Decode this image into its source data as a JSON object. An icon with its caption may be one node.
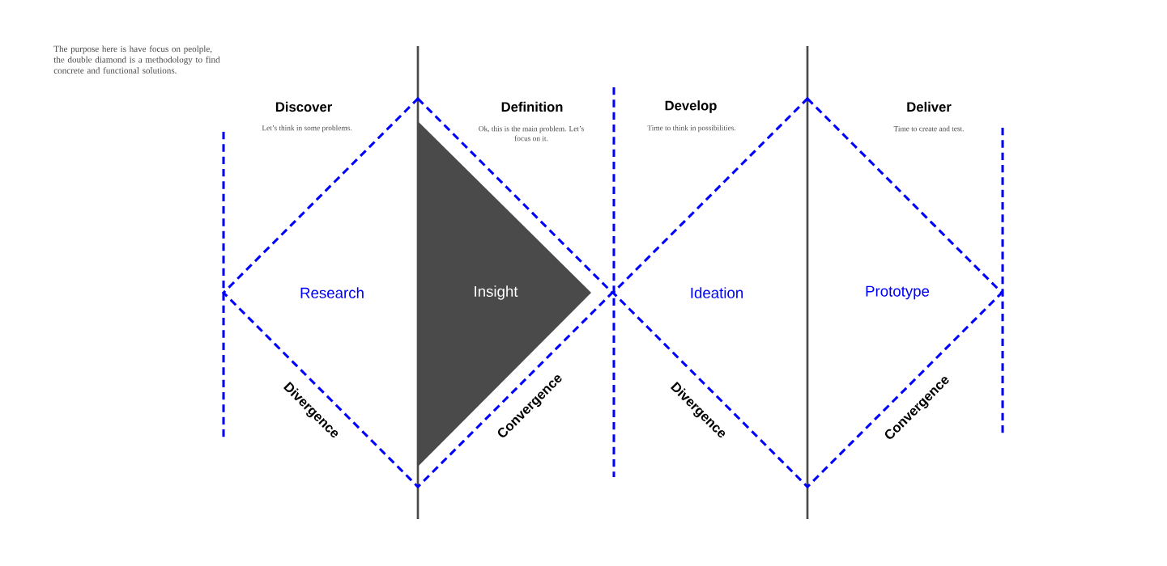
{
  "diagram": {
    "nodes": [
      {
        "text": [
          "Research"
        ]
      },
      {
        "text": [
          "Insight"
        ],
        "in": 0
      },
      {
        "text": [
          "Ideation",
          "Prototype"
        ]
      }
    ],
    "labels": [
      "The purpose here is have focus on peolple, the double diamond is a methodology to find concrete and functional solutions.",
      "Discover",
      "Let’s think in some problems.",
      "Definition",
      "Ok, this is the main problem. Let’s focus on it.",
      "Develop",
      "Time to think in possibilities.",
      "Deliver",
      "Time to create and test.",
      "Divergence",
      "Convergence",
      "Divergence",
      "Convergence"
    ]
  }
}
